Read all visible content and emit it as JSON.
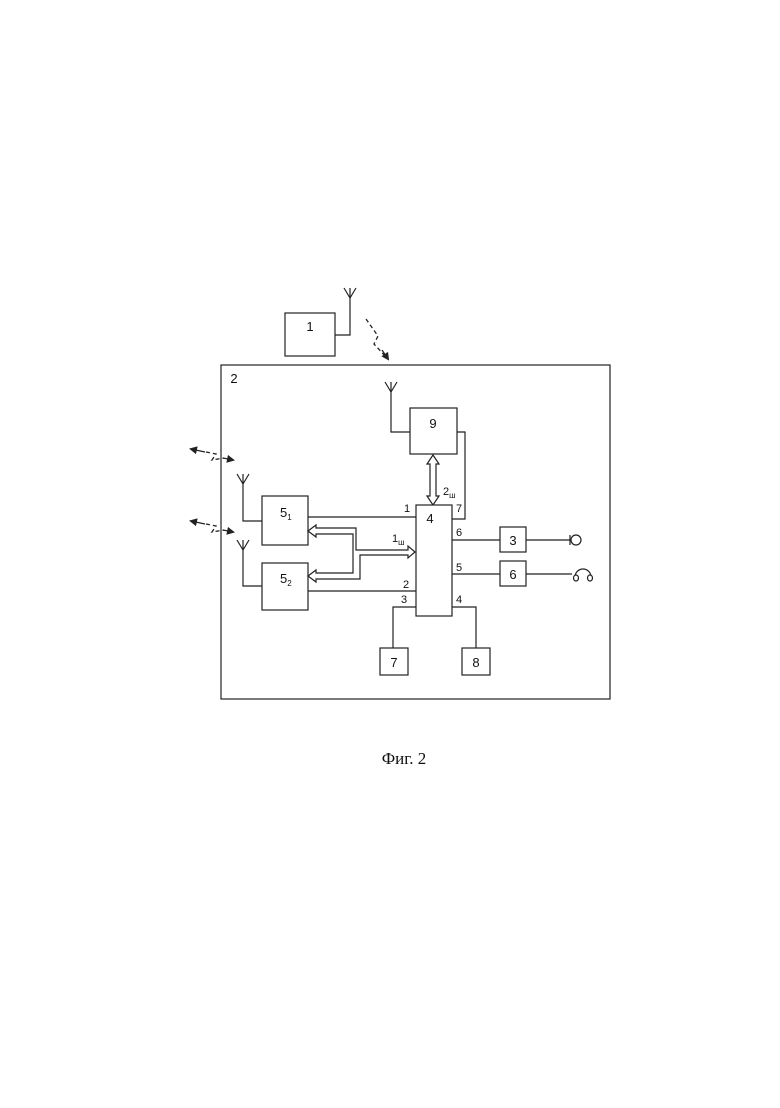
{
  "blocks": {
    "b1": "1",
    "b2": "2",
    "b3": "3",
    "b4": "4",
    "b5_1": "5",
    "b5_1_sub": "1",
    "b5_2": "5",
    "b5_2_sub": "2",
    "b6": "6",
    "b7": "7",
    "b8": "8",
    "b9": "9"
  },
  "pins": {
    "p1": "1",
    "p2": "2",
    "p3": "3",
    "p4": "4",
    "p5": "5",
    "p6": "6",
    "p7": "7"
  },
  "buses": {
    "bus1": "1",
    "bus1_sub": "ш",
    "bus2": "2",
    "bus2_sub": "ш"
  },
  "caption": "Фиг. 2"
}
